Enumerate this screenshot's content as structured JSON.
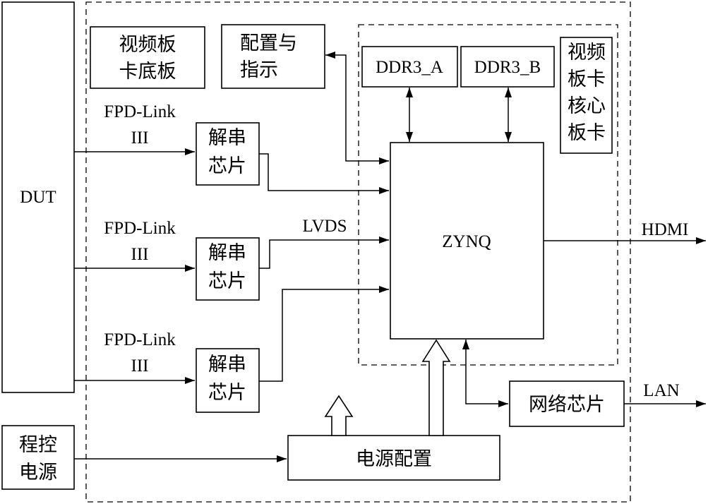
{
  "diagram": {
    "dut": "DUT",
    "baseboard": [
      "视频板",
      "卡底板"
    ],
    "config": [
      "配置与",
      "指示"
    ],
    "ddr3_a": "DDR3_A",
    "ddr3_b": "DDR3_B",
    "core_board": [
      "视频",
      "板卡",
      "核心",
      "板卡"
    ],
    "zynq": "ZYNQ",
    "deserializers": [
      {
        "label": [
          "解串",
          "芯片"
        ],
        "link": [
          "FPD-Link",
          "III"
        ]
      },
      {
        "label": [
          "解串",
          "芯片"
        ],
        "link": [
          "FPD-Link",
          "III"
        ]
      },
      {
        "label": [
          "解串",
          "芯片"
        ],
        "link": [
          "FPD-Link",
          "III"
        ]
      }
    ],
    "lvds": "LVDS",
    "hdmi": "HDMI",
    "lan": "LAN",
    "network_chip": "网络芯片",
    "power_config": "电源配置",
    "programmable_power": [
      "程控",
      "电源"
    ]
  }
}
